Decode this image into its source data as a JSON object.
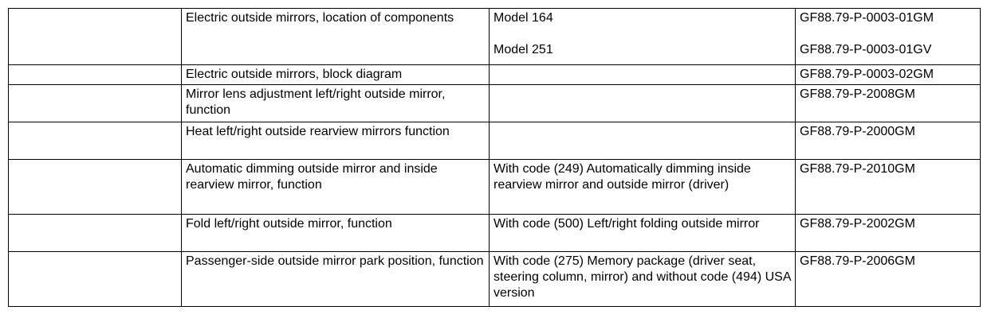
{
  "rows": [
    {
      "topic": "Electric outside mirrors, location of components",
      "conditions": [
        "Model 164",
        "Model 251"
      ],
      "docs": [
        "GF88.79-P-0003-01GM",
        "GF88.79-P-0003-01GV"
      ]
    },
    {
      "topic": "Electric outside mirrors, block diagram",
      "condition": "",
      "doc": "GF88.79-P-0003-02GM"
    },
    {
      "topic": "Mirror lens adjustment left/right outside mirror, function",
      "condition": "",
      "doc": "GF88.79-P-2008GM"
    },
    {
      "topic": "Heat left/right outside rearview mirrors function",
      "condition": "",
      "doc": "GF88.79-P-2000GM"
    },
    {
      "topic": "Automatic dimming outside mirror and inside rearview mirror, function",
      "condition": "With code (249) Automatically dimming inside rearview mirror and outside mirror (driver)",
      "doc": "GF88.79-P-2010GM"
    },
    {
      "topic": "Fold left/right outside mirror, function",
      "condition": "With code (500) Left/right folding outside mirror",
      "doc": "GF88.79-P-2002GM"
    },
    {
      "topic": "Passenger-side outside mirror park position, function",
      "condition": "With code  (275) Memory package (driver seat, steering column, mirror) and without code (494) USA version",
      "doc": "GF88.79-P-2006GM"
    }
  ]
}
